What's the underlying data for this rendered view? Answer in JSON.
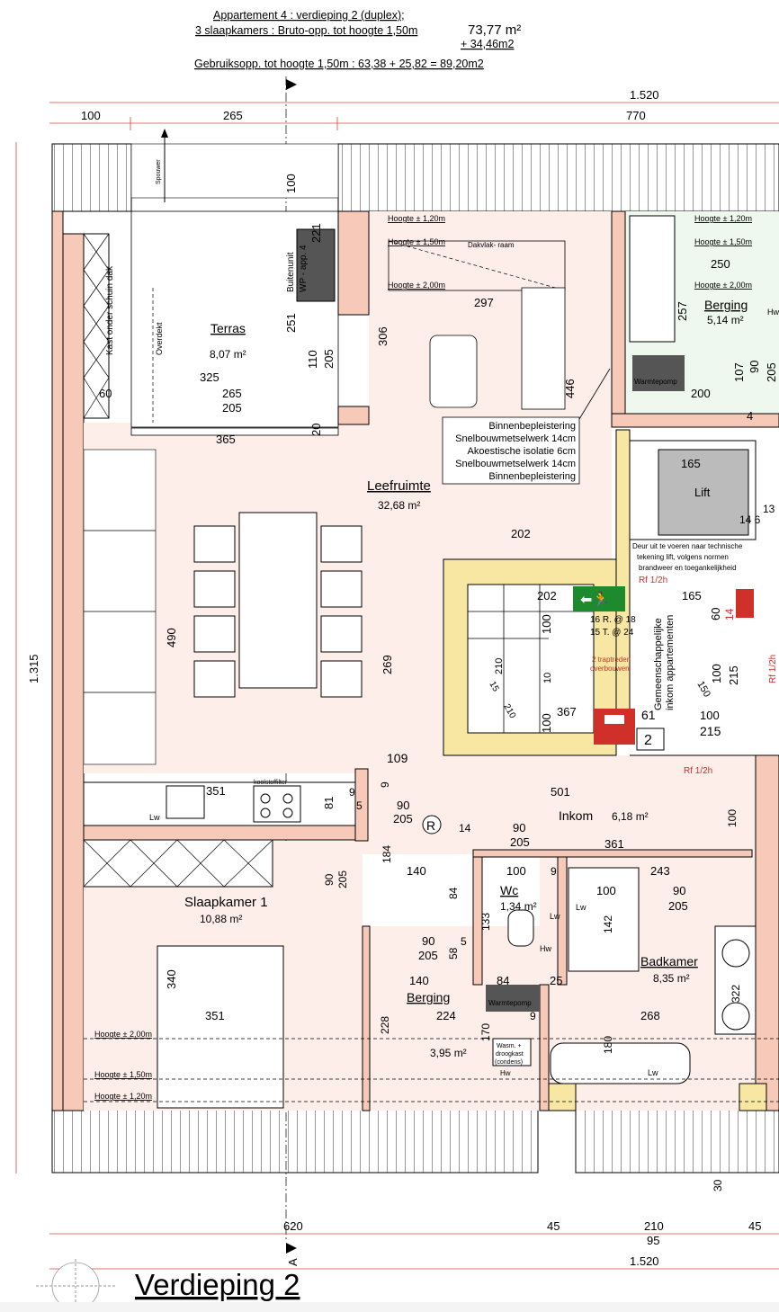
{
  "header": {
    "line1": "Appartement 4 : verdieping 2 (duplex);",
    "line2a": "3 slaapkamers : Bruto-opp. tot hoogte 1,50m",
    "line2b": "73,77 m²",
    "line3": "+ 34,46m2",
    "line4": "Gebruiksopp. tot hoogte 1,50m : 63,38 +  25,82 = 89,20m2"
  },
  "dimensions": {
    "top_total": "1.520",
    "top_a": "100",
    "top_b": "265",
    "top_c": "770",
    "bottom_a": "620",
    "bottom_b": "45",
    "bottom_c": "210",
    "bottom_c2": "95",
    "bottom_d": "45",
    "bottom_total": "1.520",
    "left_total": "1.315",
    "section_mark": "A"
  },
  "rooms": {
    "terras": {
      "name": "Terras",
      "area": "8,07 m²"
    },
    "leefruimte": {
      "name": "Leefruimte",
      "area": "32,68 m²"
    },
    "berging_top": {
      "name": "Berging",
      "area": "5,14 m²"
    },
    "lift": {
      "name": "Lift"
    },
    "inkom": {
      "name": "Inkom",
      "area": "6,18 m²"
    },
    "slaapkamer1": {
      "name": "Slaapkamer 1",
      "area": "10,88 m²"
    },
    "wc": {
      "name": "Wc",
      "area": "1,34 m²"
    },
    "badkamer": {
      "name": "Badkamer",
      "area": "8,35 m²"
    },
    "berging_bottom": {
      "name": "Berging",
      "area": "3,95 m²"
    }
  },
  "labels": {
    "spouwer": "Spouwer",
    "kast": "Kast onder schuin dak",
    "overdekt": "Overdekt",
    "buitenunit": "Buitenunit",
    "wp_app": "WP - app. 4",
    "dakvlakraam": "Dakvlak- raam",
    "warmtepomp": "Warmtepomp",
    "warmtepomp2": "Warmtepomp",
    "hw": "Hw",
    "lw": "Lw",
    "koolstoffilter": "koolstoffilter",
    "r_symbol": "R",
    "gemeenschappelijke": "Gemeenschappelijke",
    "inkom_app": "inkom appartementen",
    "trap_16": "16 R. @ 18",
    "trap_15": "15 T. @ 24",
    "traptreden": "2 traptreden",
    "overbouwen": "overbouwen",
    "rf1": "Rf 1/2h",
    "rf2": "Rf 1/2h",
    "rf3": "Rf 1/2h",
    "deur1": "Deur uit te voeren naar technische",
    "deur2": "tekening lift, volgens normen",
    "deur3": "brandweer en toegankelijkheid",
    "wasm1": "Wasm. +",
    "wasm2": "droogkast",
    "wasm3": "(condens)",
    "door_number": "2"
  },
  "wall_note": [
    "Binnenbepleistering",
    "Snelbouwmetselwerk 14cm",
    "Akoestische isolatie 6cm",
    "Snelbouwmetselwerk 14cm",
    "Binnenbepleistering"
  ],
  "heights": {
    "h120": "Hoogte ± 1,20m",
    "h150": "Hoogte ± 1,50m",
    "h200": "Hoogte ± 2,00m"
  },
  "measures": {
    "m100": "100",
    "m221": "221",
    "m251": "251",
    "m110": "110",
    "m205": "205",
    "m20": "20",
    "m306": "306",
    "m325": "325",
    "m60": "60",
    "m265": "265",
    "m205b": "205",
    "m297": "297",
    "m446": "446",
    "m250": "250",
    "m257": "257",
    "m107": "107",
    "m90": "90",
    "m205c": "205",
    "m200": "200",
    "m4": "4",
    "m365": "365",
    "m165": "165",
    "m13": "13",
    "m14_6": "14 6",
    "m202": "202",
    "m202b": "202",
    "m490": "490",
    "m269": "269",
    "m165b": "165",
    "m60b": "60",
    "m14": "14",
    "m150": "150",
    "m100b": "100",
    "m215": "215",
    "m61": "61",
    "m100c": "100",
    "m215b": "215",
    "m367": "367",
    "m210": "210",
    "m100d": "100",
    "m10": "10",
    "m100e": "100",
    "m109": "109",
    "m9": "9",
    "m501": "501",
    "m351": "351",
    "m81": "81",
    "m9b": "9",
    "m5": "5",
    "m90b": "90",
    "m205d": "205",
    "m14b": "14",
    "m90c": "90",
    "m205e": "205",
    "m361": "361",
    "m100f": "100",
    "m184": "184",
    "m140": "140",
    "m84": "84",
    "m100g": "100",
    "m9c": "9",
    "m243": "243",
    "m90d": "90",
    "m205f": "205",
    "m100h": "100",
    "m142": "142",
    "m133": "133",
    "m90e": "90",
    "m205g": "205",
    "m58": "58",
    "m5b": "5",
    "m340": "340",
    "m140b": "140",
    "m84b": "84",
    "m25": "25",
    "m224": "224",
    "m9d": "9",
    "m268": "268",
    "m351b": "351",
    "m228": "228",
    "m170": "170",
    "m180": "180",
    "m322": "322",
    "m30": "30",
    "m90f": "90",
    "m205h": "205",
    "m15": "15",
    "m210b": "210"
  },
  "title": "Verdieping 2"
}
